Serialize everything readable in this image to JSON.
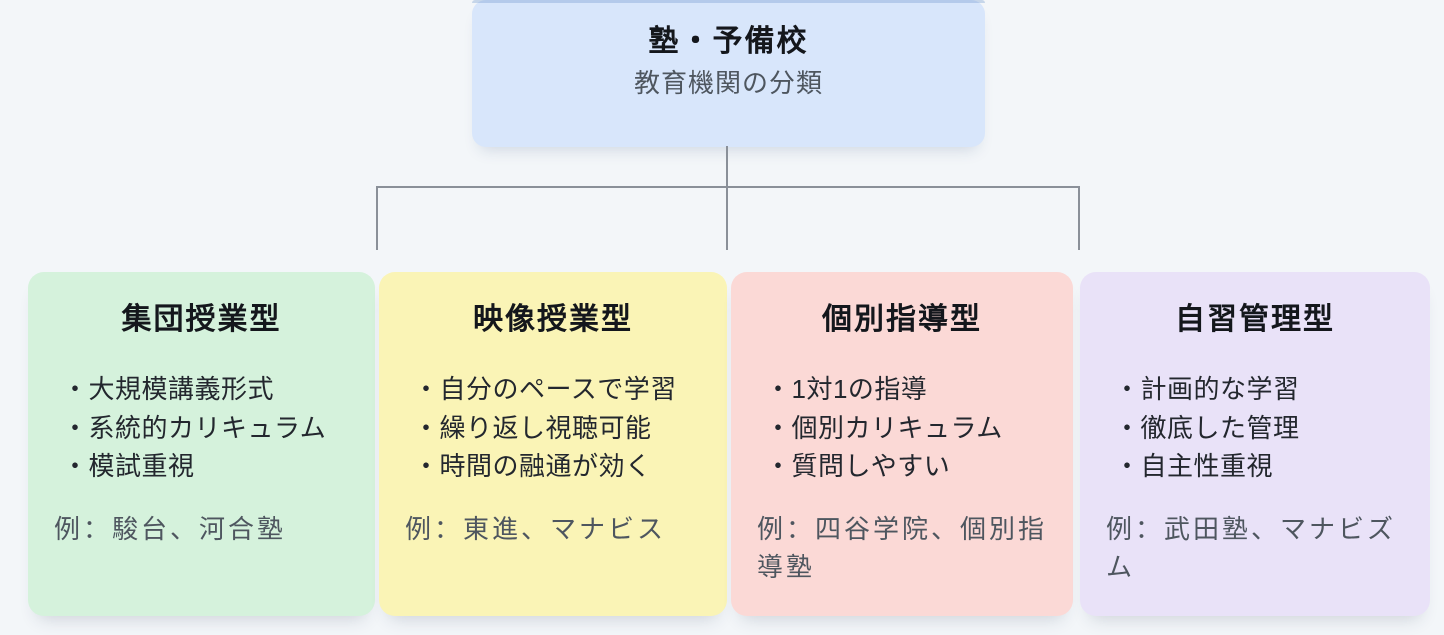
{
  "root": {
    "title": "塾・予備校",
    "subtitle": "教育機関の分類",
    "bg": "#d8e6fb"
  },
  "categories": [
    {
      "title": "集団授業型",
      "bullets": [
        "・大規模講義形式",
        "・系統的カリキュラム",
        "・模試重視"
      ],
      "example": "例：駿台、河合塾",
      "bg": "#d5f2dc"
    },
    {
      "title": "映像授業型",
      "bullets": [
        "・自分のペースで学習",
        "・繰り返し視聴可能",
        "・時間の融通が効く"
      ],
      "example": "例：東進、マナビス",
      "bg": "#faf4b6"
    },
    {
      "title": "個別指導型",
      "bullets": [
        "・1対1の指導",
        "・個別カリキュラム",
        "・質問しやすい"
      ],
      "example": "例：四谷学院、個別指導塾",
      "bg": "#fbd9d6"
    },
    {
      "title": "自習管理型",
      "bullets": [
        "・計画的な学習",
        "・徹底した管理",
        "・自主性重視"
      ],
      "example": "例：武田塾、マナビズム",
      "bg": "#e9e2f8"
    }
  ],
  "colors": {
    "page_bg": "#f3f6f9",
    "connector": "#8a9099",
    "title_text": "#14171c",
    "body_text": "#23272e",
    "muted_text": "#4e565f"
  }
}
